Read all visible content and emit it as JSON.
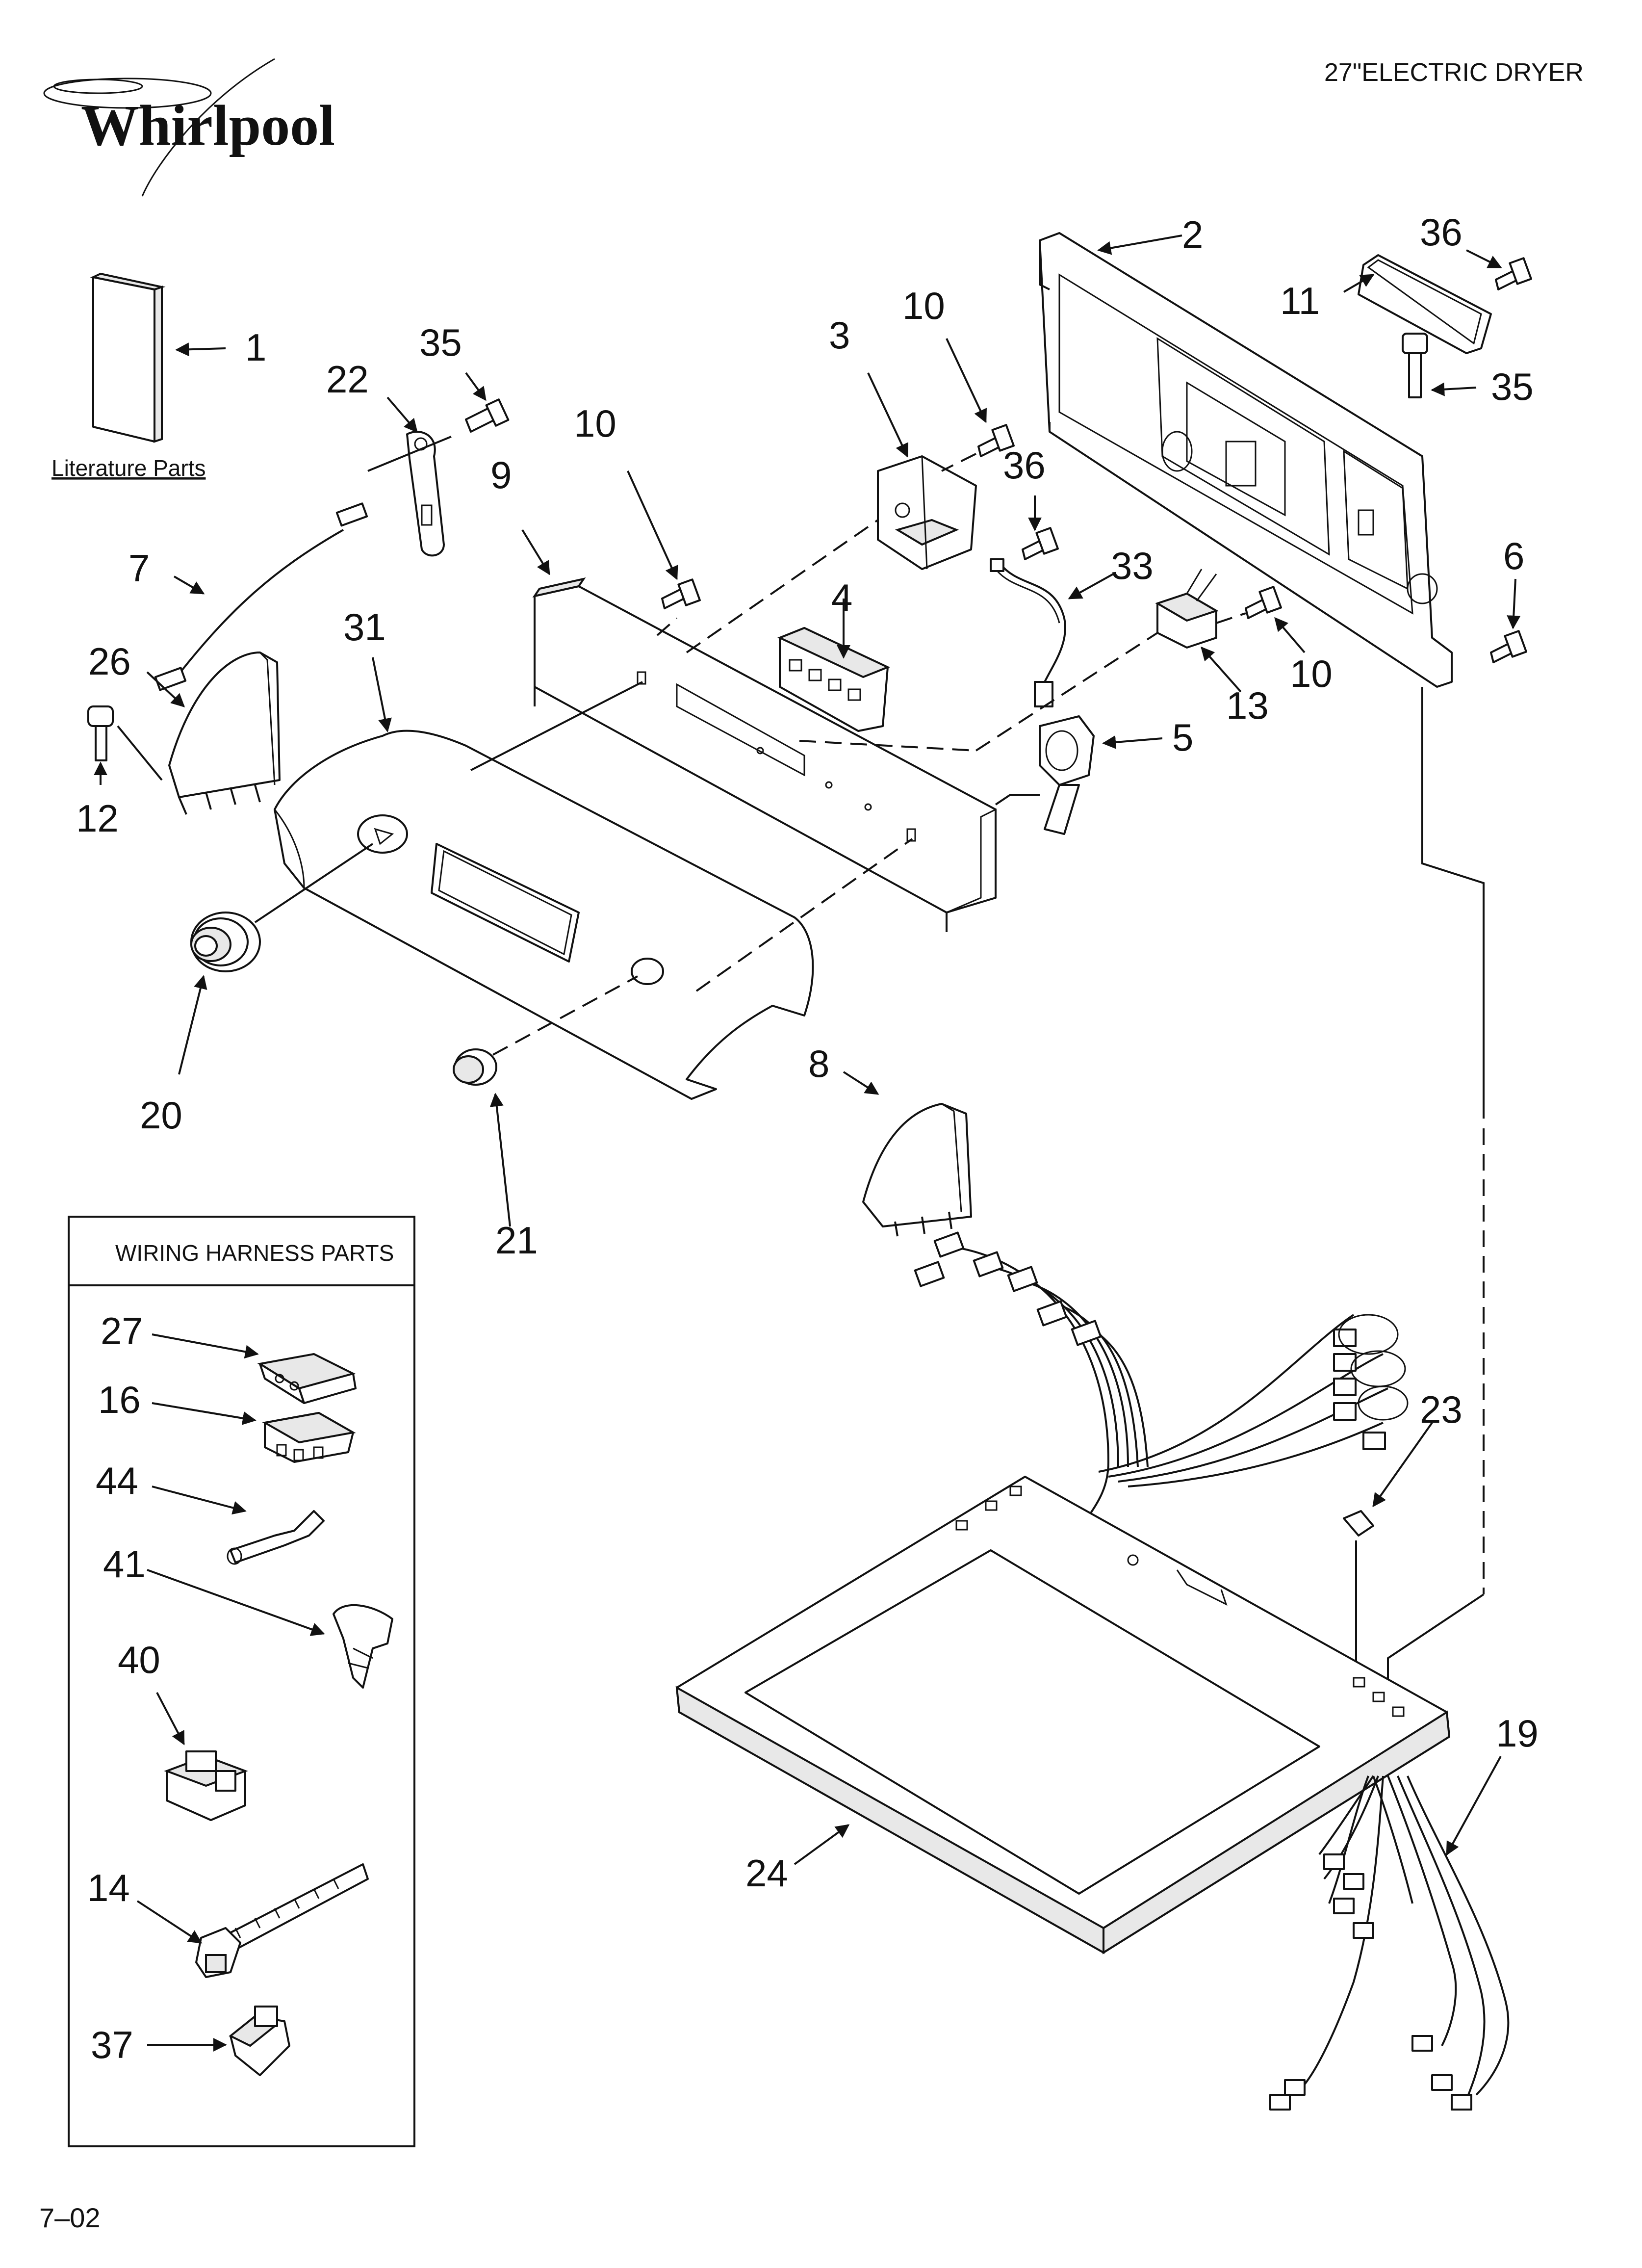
{
  "header": {
    "brand": "Whirlpool",
    "product_title": "27\"ELECTRIC DRYER"
  },
  "footer": {
    "date_code": "7–02"
  },
  "literature": {
    "caption": "Literature Parts"
  },
  "wiring_box": {
    "title": "WIRING HARNESS PARTS"
  },
  "callouts": {
    "c1": "1",
    "c2": "2",
    "c3": "3",
    "c4": "4",
    "c5": "5",
    "c6": "6",
    "c7": "7",
    "c8": "8",
    "c9": "9",
    "c10a": "10",
    "c10b": "10",
    "c10c": "10",
    "c11": "11",
    "c12": "12",
    "c13": "13",
    "c14": "14",
    "c16": "16",
    "c19": "19",
    "c20": "20",
    "c21": "21",
    "c22": "22",
    "c23": "23",
    "c24": "24",
    "c26": "26",
    "c27": "27",
    "c31": "31",
    "c33": "33",
    "c35a": "35",
    "c35b": "35",
    "c36a": "36",
    "c36b": "36",
    "c37": "37",
    "c40": "40",
    "c41": "41",
    "c44": "44"
  }
}
